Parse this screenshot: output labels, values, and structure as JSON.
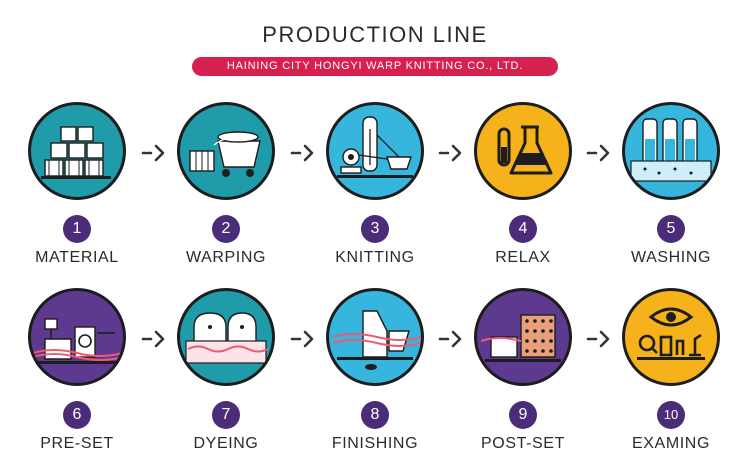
{
  "header": {
    "title": "PRODUCTION LINE",
    "company": "HAINING CITY HONGYI WARP KNITTING CO., LTD."
  },
  "colors": {
    "teal": "#1f9baa",
    "cyan": "#36b6dc",
    "amber": "#f6b21a",
    "purple": "#5d3a8f",
    "number_badge": "#4b2c79",
    "banner": "#d6204d"
  },
  "steps": [
    {
      "number": "1",
      "label": "MATERIAL",
      "icon": "cotton-bales-icon"
    },
    {
      "number": "2",
      "label": "WARPING",
      "icon": "warping-cart-icon"
    },
    {
      "number": "3",
      "label": "KNITTING",
      "icon": "knitting-machine-icon"
    },
    {
      "number": "4",
      "label": "RELAX",
      "icon": "lab-flask-icon"
    },
    {
      "number": "5",
      "label": "WASHING",
      "icon": "washing-tanks-icon"
    },
    {
      "number": "6",
      "label": "PRE-SET",
      "icon": "preset-machine-icon"
    },
    {
      "number": "7",
      "label": "DYEING",
      "icon": "dyeing-vats-icon"
    },
    {
      "number": "8",
      "label": "FINISHING",
      "icon": "finishing-machine-icon"
    },
    {
      "number": "9",
      "label": "POST-SET",
      "icon": "postset-machine-icon"
    },
    {
      "number": "10",
      "label": "EXAMING",
      "icon": "inspection-eye-icon"
    }
  ]
}
